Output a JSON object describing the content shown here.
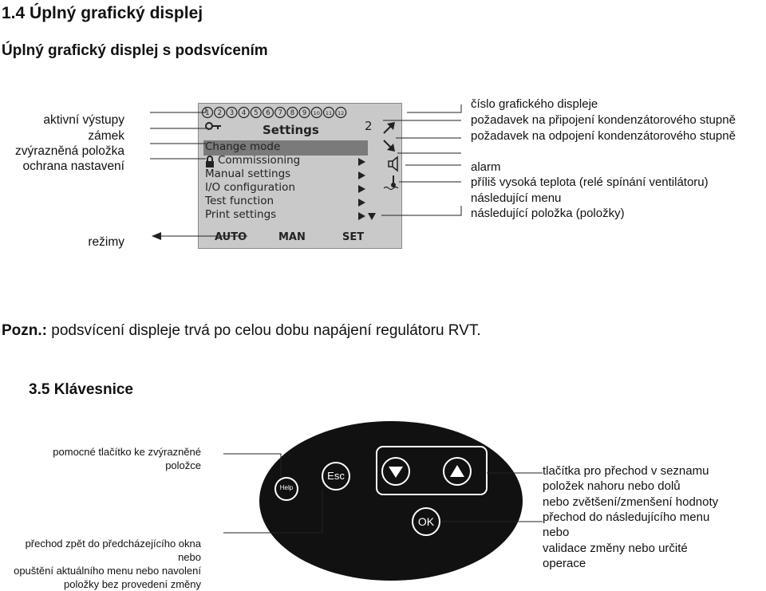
{
  "heading": "1.4 Úplný grafický displej",
  "subheading": "Úplný grafický displej s podsvícením",
  "left_labels": [
    "aktivní výstupy",
    "zámek",
    "zvýrazněná položka",
    "ochrana nastavení"
  ],
  "modes_label": "režimy",
  "right_labels": [
    "číslo grafického displeje",
    "požadavek na připojení kondenzátorového stupně",
    "požadavek na odpojení kondenzátorového stupně",
    "alarm",
    "příliš vysoká teplota (relé spínání ventilátoru)",
    "následující menu",
    "následující položka (položky)"
  ],
  "lcd": {
    "outputs": [
      "1",
      "2",
      "3",
      "4",
      "5",
      "6",
      "7",
      "8",
      "9",
      "10",
      "11",
      "12"
    ],
    "title": "Settings",
    "display_number": "2",
    "menu": [
      "Change mode",
      "Commissioning",
      "Manual settings",
      "I/O configuration",
      "Test function",
      "Print settings"
    ],
    "softkeys": [
      "AUTO",
      "MAN",
      "SET"
    ]
  },
  "note": {
    "prefix": "Pozn.:",
    "text": " podsvícení displeje trvá po celou dobu napájení regulátoru RVT."
  },
  "section": "3.5 Klávesnice",
  "kb_left": {
    "help": "pomocné tlačítko ke zvýrazněné položce",
    "back1": "přechod zpět do předcházejícího okna nebo",
    "back2": "opuštění aktuálního menu nebo navolení položky bez provedení změny"
  },
  "kb_right": [
    "tlačítka pro přechod v seznamu",
    "položek nahoru nebo dolů",
    "nebo zvětšení/zmenšení hodnoty",
    "přechod do následujícího menu",
    "nebo",
    "validace změny nebo určité",
    "operace"
  ],
  "keys": {
    "help": "Help",
    "esc": "Esc",
    "ok": "OK"
  }
}
